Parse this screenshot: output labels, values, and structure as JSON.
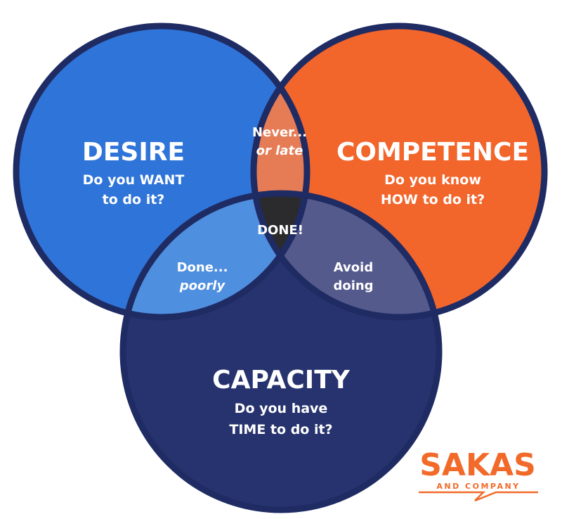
{
  "colors": {
    "outline": "#1f2b63",
    "desire": "#2f74d8",
    "competence": "#f2652b",
    "capacity": "#26336e",
    "desire_competence": "#e57c55",
    "desire_capacity": "#4f8fe0",
    "competence_capacity": "#555a8c",
    "center": "#2b2b2e",
    "logo": "#f26a2a"
  },
  "desire": {
    "title": "DESIRE",
    "line1": "Do you WANT",
    "line2": "to do it?"
  },
  "competence": {
    "title": "COMPETENCE",
    "line1": "Do you know",
    "line2": "HOW to do it?"
  },
  "capacity": {
    "title": "CAPACITY",
    "line1": "Do you have",
    "line2": "TIME to do it?"
  },
  "intersections": {
    "desire_competence": {
      "line1": "Never...",
      "line2": "or late"
    },
    "desire_capacity": {
      "line1": "Done...",
      "line2": "poorly"
    },
    "competence_capacity": {
      "line1": "Avoid",
      "line2": "doing"
    },
    "center": {
      "label": "DONE!"
    }
  },
  "logo": {
    "name": "SAKAS",
    "tagline": "AND COMPANY"
  }
}
